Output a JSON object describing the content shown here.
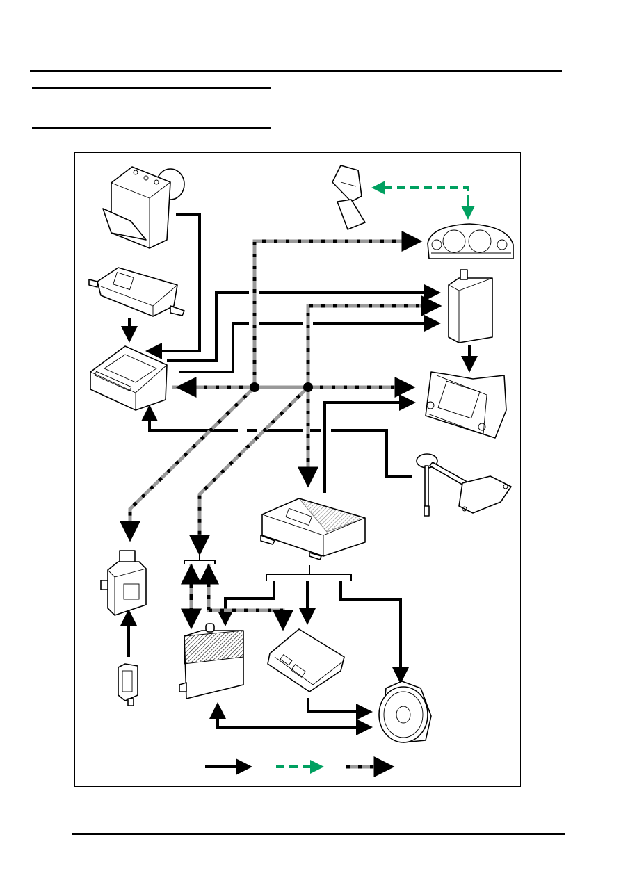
{
  "page": {
    "header_rules": 3,
    "footer_rule": true
  },
  "diagram": {
    "title": "",
    "components": [
      {
        "id": "abs-modulator",
        "icon": "abs-modulator-icon"
      },
      {
        "id": "body-control-module",
        "icon": "control-module-icon"
      },
      {
        "id": "audio-head-unit",
        "icon": "audio-head-unit-icon"
      },
      {
        "id": "diagnostic-socket",
        "icon": "diagnostic-socket-icon"
      },
      {
        "id": "instrument-pack",
        "icon": "instrument-cluster-icon"
      },
      {
        "id": "navigation-computer",
        "icon": "navigation-computer-icon"
      },
      {
        "id": "touch-screen-display",
        "icon": "display-unit-icon"
      },
      {
        "id": "gps-antenna",
        "icon": "gps-antenna-icon"
      },
      {
        "id": "amplifier",
        "icon": "amplifier-icon"
      },
      {
        "id": "telephone-module",
        "icon": "telephone-module-icon"
      },
      {
        "id": "telephone-connector",
        "icon": "connector-icon"
      },
      {
        "id": "cd-autochanger",
        "icon": "cd-changer-icon"
      },
      {
        "id": "voice-control-module",
        "icon": "voice-module-icon"
      },
      {
        "id": "speaker",
        "icon": "speaker-icon"
      }
    ],
    "connections": [
      {
        "type": "hardwired",
        "from": "abs-modulator",
        "to": "audio-head-unit"
      },
      {
        "type": "hardwired",
        "from": "body-control-module",
        "to": "audio-head-unit"
      },
      {
        "type": "hardwired",
        "from": "audio-head-unit",
        "to": "navigation-computer"
      },
      {
        "type": "hardwired",
        "from": "audio-head-unit",
        "to": "navigation-computer"
      },
      {
        "type": "hardwired",
        "from": "navigation-computer",
        "to": "touch-screen-display"
      },
      {
        "type": "hardwired",
        "from": "gps-antenna",
        "to": "audio-head-unit"
      },
      {
        "type": "hardwired",
        "from": "amplifier",
        "to": "touch-screen-display"
      },
      {
        "type": "hardwired",
        "from": "amplifier",
        "to": "cd-autochanger"
      },
      {
        "type": "hardwired",
        "from": "amplifier",
        "to": "voice-control-module"
      },
      {
        "type": "hardwired",
        "from": "amplifier",
        "to": "speaker"
      },
      {
        "type": "hardwired",
        "from": "voice-control-module",
        "to": "speaker"
      },
      {
        "type": "hardwired",
        "from": "cd-autochanger",
        "to": "speaker"
      },
      {
        "type": "hardwired",
        "from": "telephone-connector",
        "to": "telephone-module"
      },
      {
        "type": "diagnostic",
        "from": "instrument-pack",
        "to": "diagnostic-socket"
      },
      {
        "type": "d2b-bus",
        "from": "audio-head-unit",
        "to": "instrument-pack"
      },
      {
        "type": "d2b-bus",
        "from": "audio-head-unit",
        "to": "navigation-computer"
      },
      {
        "type": "d2b-bus",
        "from": "audio-head-unit",
        "to": "touch-screen-display"
      },
      {
        "type": "d2b-bus",
        "from": "audio-head-unit",
        "to": "amplifier"
      },
      {
        "type": "d2b-bus",
        "from": "audio-head-unit",
        "to": "telephone-module"
      },
      {
        "type": "d2b-bus",
        "from": "audio-head-unit",
        "to": "cd-autochanger"
      },
      {
        "type": "d2b-bus",
        "from": "audio-head-unit",
        "to": "voice-control-module"
      }
    ]
  },
  "legend": {
    "items": [
      {
        "key": "hardwired",
        "icon": "solid-arrow-icon",
        "label": "",
        "color": "#000000"
      },
      {
        "key": "diagnostic",
        "icon": "green-dashed-arrow-icon",
        "label": "",
        "color": "#00a060"
      },
      {
        "key": "d2b-bus",
        "icon": "dotted-bus-arrow-icon",
        "label": "",
        "color": "#999999"
      }
    ]
  },
  "colors": {
    "ink": "#000000",
    "diagnostic_green": "#00a060",
    "bus_grey": "#999999"
  }
}
